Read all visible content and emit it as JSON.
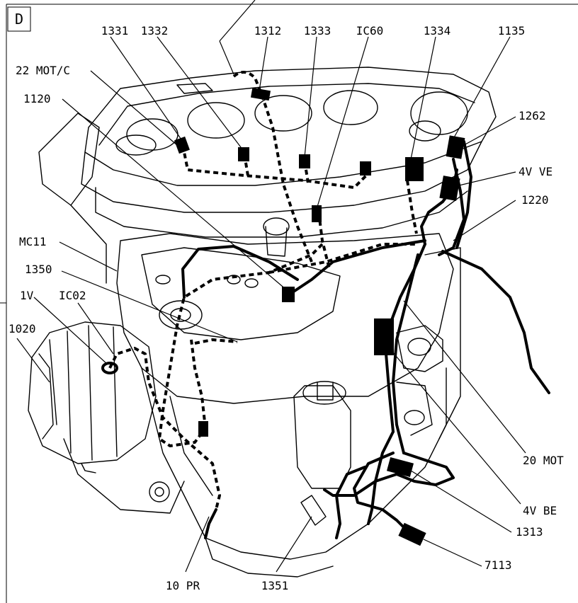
{
  "panel_tag": "D",
  "labels": {
    "l1331": "1331",
    "l1332": "1332",
    "l1312": "1312",
    "l1333": "1333",
    "lIC60": "IC60",
    "l1334": "1334",
    "l1135": "1135",
    "l22motc": "22 MOT/C",
    "l1120": "1120",
    "l1262": "1262",
    "l4vve": "4V VE",
    "l1220": "1220",
    "lMC11": "MC11",
    "l1350": "1350",
    "l1v": "1V",
    "lIC02": "IC02",
    "l1020": "1020",
    "l20mot": "20 MOT",
    "l4vbe": "4V BE",
    "l1313": "1313",
    "l7113": "7113",
    "l10pr": "10 PR",
    "l1351": "1351"
  }
}
